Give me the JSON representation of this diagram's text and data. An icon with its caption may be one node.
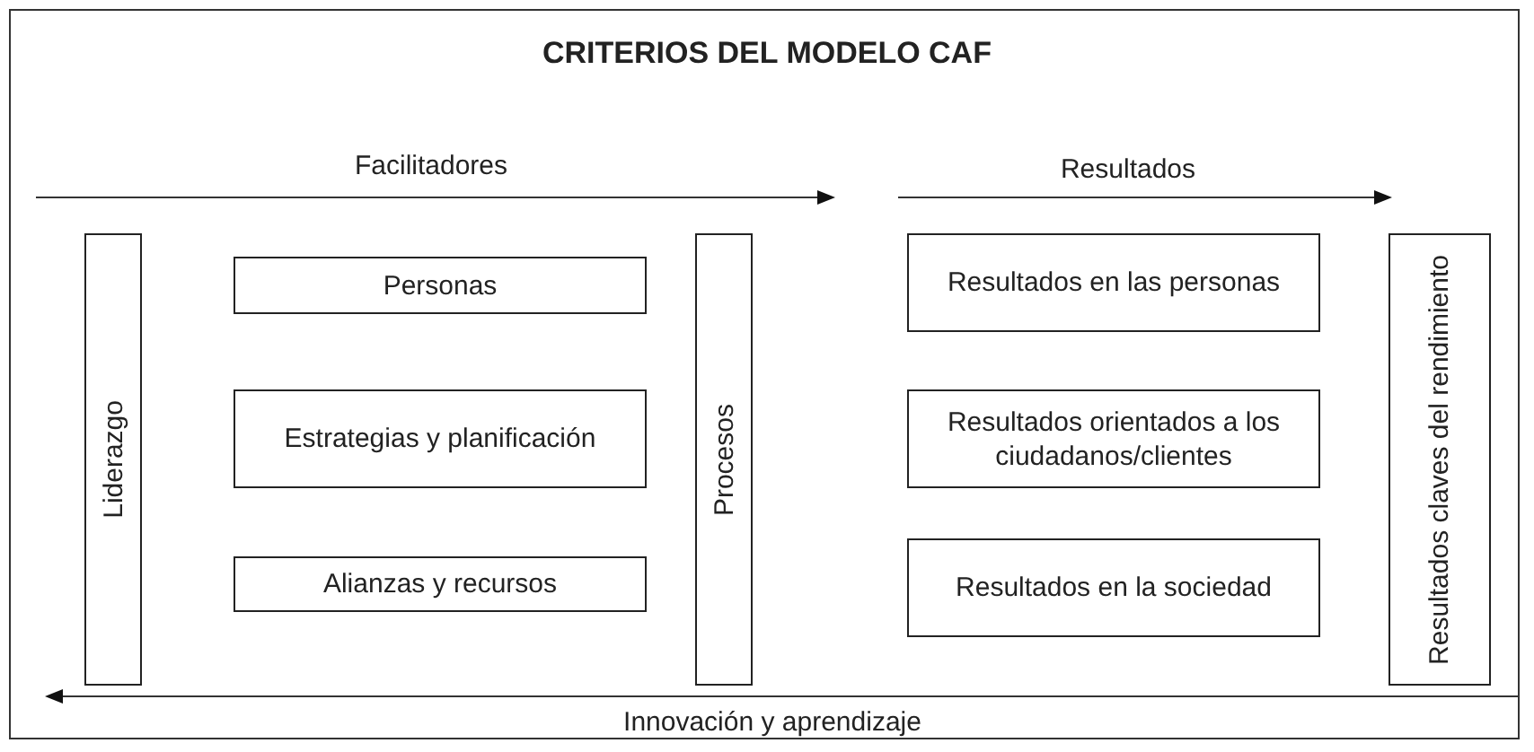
{
  "diagram": {
    "title": "CRITERIOS DEL MODELO CAF",
    "nodes": [
      {
        "text": [
          "Liderazgo"
        ]
      },
      {
        "text": [
          "Personas"
        ]
      },
      {
        "text": [
          "Estrategias y planificación"
        ]
      },
      {
        "text": [
          "Alianzas y recursos"
        ]
      },
      {
        "text": [
          "Procesos"
        ]
      },
      {
        "text": [
          "Resultados en las personas"
        ]
      },
      {
        "text": [
          "Resultados orientados a los ciudadanos/clientes"
        ]
      },
      {
        "text": [
          "Resultados en la sociedad"
        ]
      },
      {
        "text": [
          "Resultados claves del rendimiento"
        ]
      }
    ],
    "labels": [
      "Facilitadores",
      "Resultados",
      "Innovación y aprendizaje"
    ]
  }
}
